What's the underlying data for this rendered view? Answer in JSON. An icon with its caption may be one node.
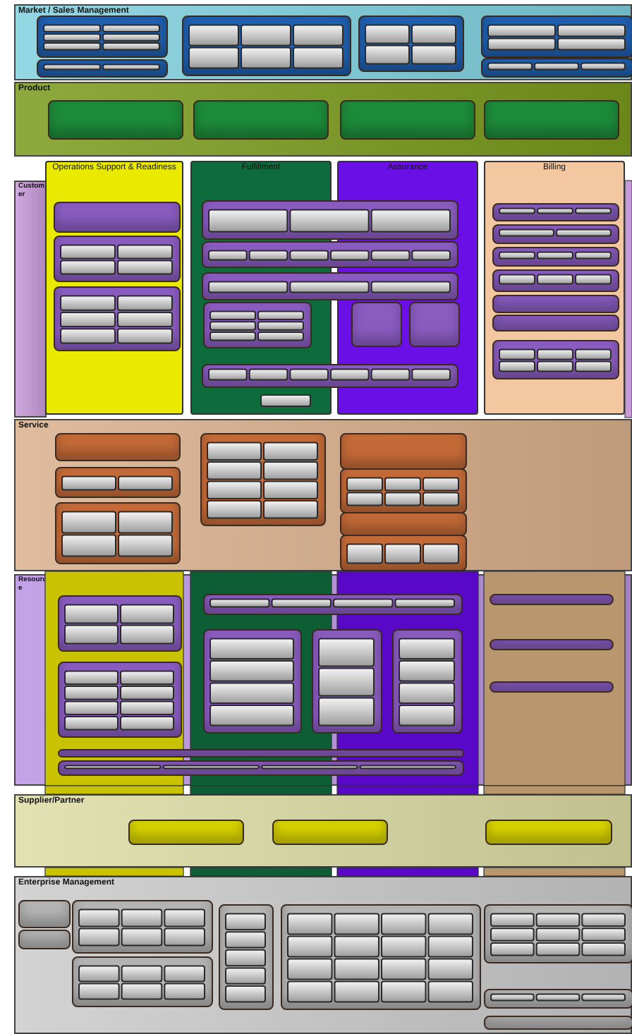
{
  "diagram": {
    "nodes": [
      {
        "text": [
          "Market / Sales Management"
        ]
      },
      {
        "text": [],
        "shape": "box",
        "in": 0
      },
      {
        "text": [],
        "shape": "box",
        "in": 0
      },
      {
        "text": [],
        "shape": "box",
        "in": 0
      },
      {
        "text": [],
        "shape": "box",
        "in": 0
      },
      {
        "text": [],
        "shape": "box",
        "in": 0
      },
      {
        "text": [],
        "shape": "box",
        "in": 0
      },
      {
        "text": [
          "Product"
        ]
      },
      {
        "text": [],
        "shape": "box",
        "in": 7
      },
      {
        "text": [],
        "shape": "box",
        "in": 7
      },
      {
        "text": [],
        "shape": "box",
        "in": 7
      },
      {
        "text": [],
        "shape": "box",
        "in": 7
      },
      {
        "text": [
          "Customer"
        ]
      },
      {
        "text": [
          "Operations Support & Readiness"
        ]
      },
      {
        "text": [
          "Fulfillment"
        ]
      },
      {
        "text": [
          "Assurance"
        ]
      },
      {
        "text": [
          "Billing"
        ]
      },
      {
        "text": [],
        "shape": "box",
        "in": 13
      },
      {
        "text": [],
        "shape": "box",
        "in": 13
      },
      {
        "text": [],
        "shape": "box",
        "in": 13
      },
      {
        "text": [],
        "shape": "box"
      },
      {
        "text": [],
        "shape": "box"
      },
      {
        "text": [],
        "shape": "box"
      },
      {
        "text": [],
        "shape": "box",
        "in": 14
      },
      {
        "text": [],
        "shape": "box",
        "in": 15
      },
      {
        "text": [],
        "shape": "box",
        "in": 15
      },
      {
        "text": [],
        "shape": "box"
      },
      {
        "text": [],
        "shape": "box",
        "in": 16
      },
      {
        "text": [],
        "shape": "box",
        "in": 16
      },
      {
        "text": [],
        "shape": "box",
        "in": 16
      },
      {
        "text": [],
        "shape": "box",
        "in": 16
      },
      {
        "text": [],
        "shape": "box",
        "in": 16
      },
      {
        "text": [],
        "shape": "box",
        "in": 16
      },
      {
        "text": [],
        "shape": "box",
        "in": 16
      },
      {
        "text": [
          "Service"
        ]
      },
      {
        "text": [],
        "shape": "box",
        "in": 34
      },
      {
        "text": [],
        "shape": "box",
        "in": 34
      },
      {
        "text": [],
        "shape": "box",
        "in": 34
      },
      {
        "text": [],
        "shape": "box",
        "in": 34
      },
      {
        "text": [],
        "shape": "box",
        "in": 34
      },
      {
        "text": [],
        "shape": "box",
        "in": 34
      },
      {
        "text": [],
        "shape": "box",
        "in": 34
      },
      {
        "text": [],
        "shape": "box",
        "in": 34
      },
      {
        "text": [
          "Resource"
        ]
      },
      {
        "text": [],
        "shape": "box",
        "in": 43
      },
      {
        "text": [],
        "shape": "box",
        "in": 43
      },
      {
        "text": [],
        "shape": "box",
        "in": 43
      },
      {
        "text": [],
        "shape": "box",
        "in": 43
      },
      {
        "text": [],
        "shape": "box",
        "in": 43
      },
      {
        "text": [],
        "shape": "box",
        "in": 43
      },
      {
        "text": [],
        "shape": "box",
        "in": 43
      },
      {
        "text": [],
        "shape": "box",
        "in": 43
      },
      {
        "text": [],
        "shape": "box",
        "in": 43
      },
      {
        "text": [],
        "shape": "box",
        "in": 43
      },
      {
        "text": [],
        "shape": "box",
        "in": 43
      },
      {
        "text": [
          "Supplier/Partner"
        ]
      },
      {
        "text": [],
        "shape": "box",
        "in": 55
      },
      {
        "text": [],
        "shape": "box",
        "in": 55
      },
      {
        "text": [],
        "shape": "box",
        "in": 55
      },
      {
        "text": [
          "Enterprise Management"
        ]
      },
      {
        "text": [],
        "shape": "box",
        "in": 59
      },
      {
        "text": [],
        "shape": "box",
        "in": 59
      },
      {
        "text": [],
        "shape": "box",
        "in": 59
      },
      {
        "text": [],
        "shape": "box",
        "in": 59
      },
      {
        "text": [],
        "shape": "box",
        "in": 59
      },
      {
        "text": [],
        "shape": "box",
        "in": 59
      },
      {
        "text": [],
        "shape": "box",
        "in": 59
      },
      {
        "text": [],
        "shape": "box",
        "in": 59
      },
      {
        "text": [],
        "shape": "box",
        "in": 59
      }
    ]
  }
}
